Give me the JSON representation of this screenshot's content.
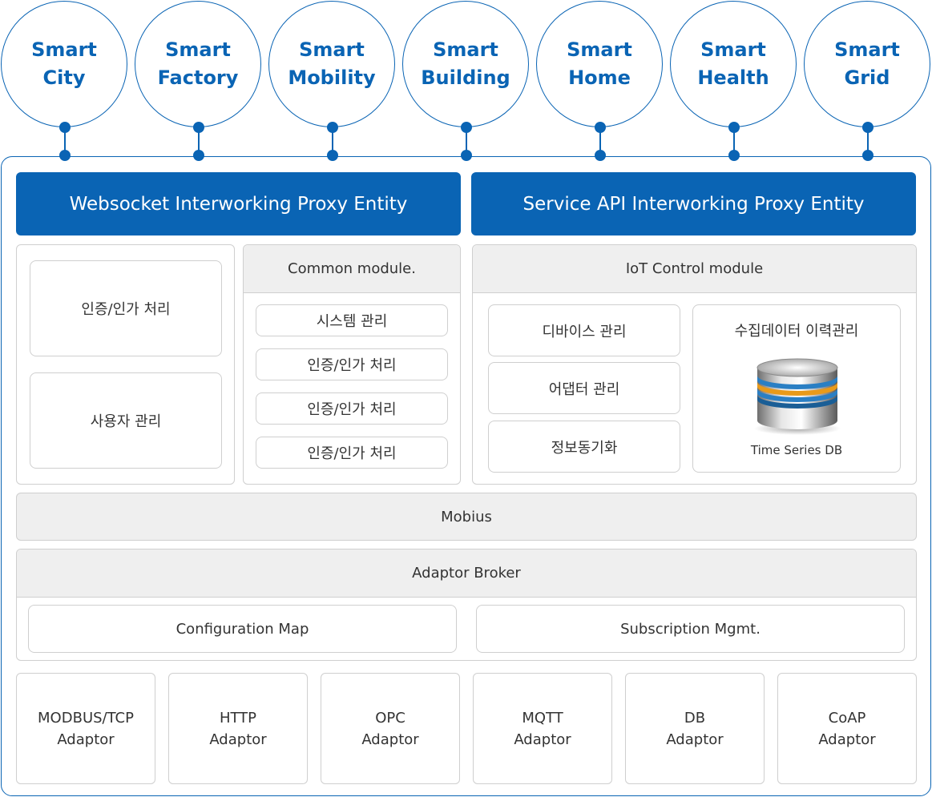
{
  "domains": [
    {
      "line1": "Smart",
      "line2": "City"
    },
    {
      "line1": "Smart",
      "line2": "Factory"
    },
    {
      "line1": "Smart",
      "line2": "Mobility"
    },
    {
      "line1": "Smart",
      "line2": "Building"
    },
    {
      "line1": "Smart",
      "line2": "Home"
    },
    {
      "line1": "Smart",
      "line2": "Health"
    },
    {
      "line1": "Smart",
      "line2": "Grid"
    }
  ],
  "headers": {
    "websocket": "Websocket Interworking Proxy Entity",
    "service_api": "Service API Interworking Proxy Entity"
  },
  "websocket_panel": {
    "items": [
      "인증/인가 처리",
      "사용자 관리"
    ]
  },
  "common_module": {
    "title": "Common module.",
    "items": [
      "시스템 관리",
      "인증/인가 처리",
      "인증/인가 처리",
      "인증/인가 처리"
    ]
  },
  "iot_control": {
    "title": "IoT Control module",
    "items": [
      "디바이스 관리",
      "어댑터 관리",
      "정보동기화"
    ],
    "history_title": "수집데이터 이력관리",
    "db_label": "Time Series DB"
  },
  "mobius": "Mobius",
  "adaptor_broker": {
    "title": "Adaptor Broker",
    "items": [
      "Configuration Map",
      "Subscription Mgmt."
    ]
  },
  "adaptors": [
    {
      "line1": "MODBUS/TCP",
      "line2": "Adaptor"
    },
    {
      "line1": "HTTP",
      "line2": "Adaptor"
    },
    {
      "line1": "OPC",
      "line2": "Adaptor"
    },
    {
      "line1": "MQTT",
      "line2": "Adaptor"
    },
    {
      "line1": "DB",
      "line2": "Adaptor"
    },
    {
      "line1": "CoAP",
      "line2": "Adaptor"
    }
  ],
  "colors": {
    "primary_blue": "#0a64b4",
    "panel_gray": "#efefef",
    "border_gray": "#cfcfcf"
  }
}
